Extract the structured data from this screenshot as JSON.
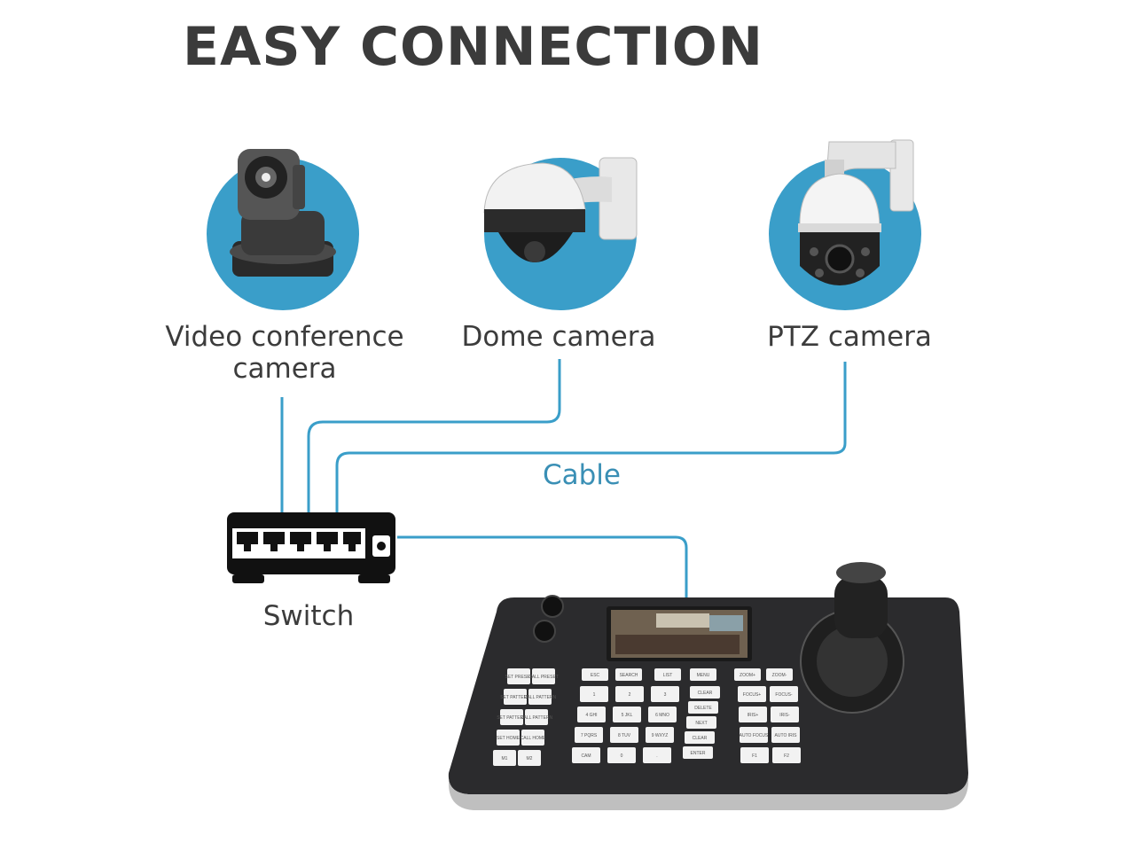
{
  "title": "EASY CONNECTION",
  "cameras": [
    {
      "label_line1": "Video conference",
      "label_line2": "camera"
    },
    {
      "label_line1": "Dome camera",
      "label_line2": ""
    },
    {
      "label_line1": "PTZ camera",
      "label_line2": ""
    }
  ],
  "cable_label": "Cable",
  "switch_label": "Switch",
  "keyboard": {
    "left_keys": [
      "SET PRESET",
      "CALL PRESET",
      "SET PATTERN",
      "CALL PATTERN",
      "SET PATTERN",
      "CALL PATTERN",
      "SET HOME",
      "CALL HOME",
      "M1",
      "M2"
    ],
    "top_keys": [
      "ESC",
      "SEARCH",
      "LIST",
      "MENU",
      "ZOOM+",
      "ZOOM-"
    ],
    "num_keys": [
      "1",
      "2",
      "3",
      "4 GHI",
      "5 JKL",
      "6 MNO",
      "7 PQRS",
      "8 TUV",
      "9 WXYZ",
      "CAM",
      "0",
      "."
    ],
    "func_keys": [
      "CLEAR",
      "DELETE",
      "NEXT",
      "CLEAR",
      "ENTER"
    ],
    "right_keys": [
      "FOCUS+",
      "FOCUS-",
      "IRIS+",
      "IRIS-",
      "AUTO FOCUS",
      "AUTO IRIS",
      "F1",
      "F2"
    ]
  },
  "colors": {
    "accent": "#3a9ec9",
    "line": "#3a9ec9",
    "title": "#3b3b3b",
    "switch": "#111111",
    "keyboard_body": "#2c2c2e"
  }
}
